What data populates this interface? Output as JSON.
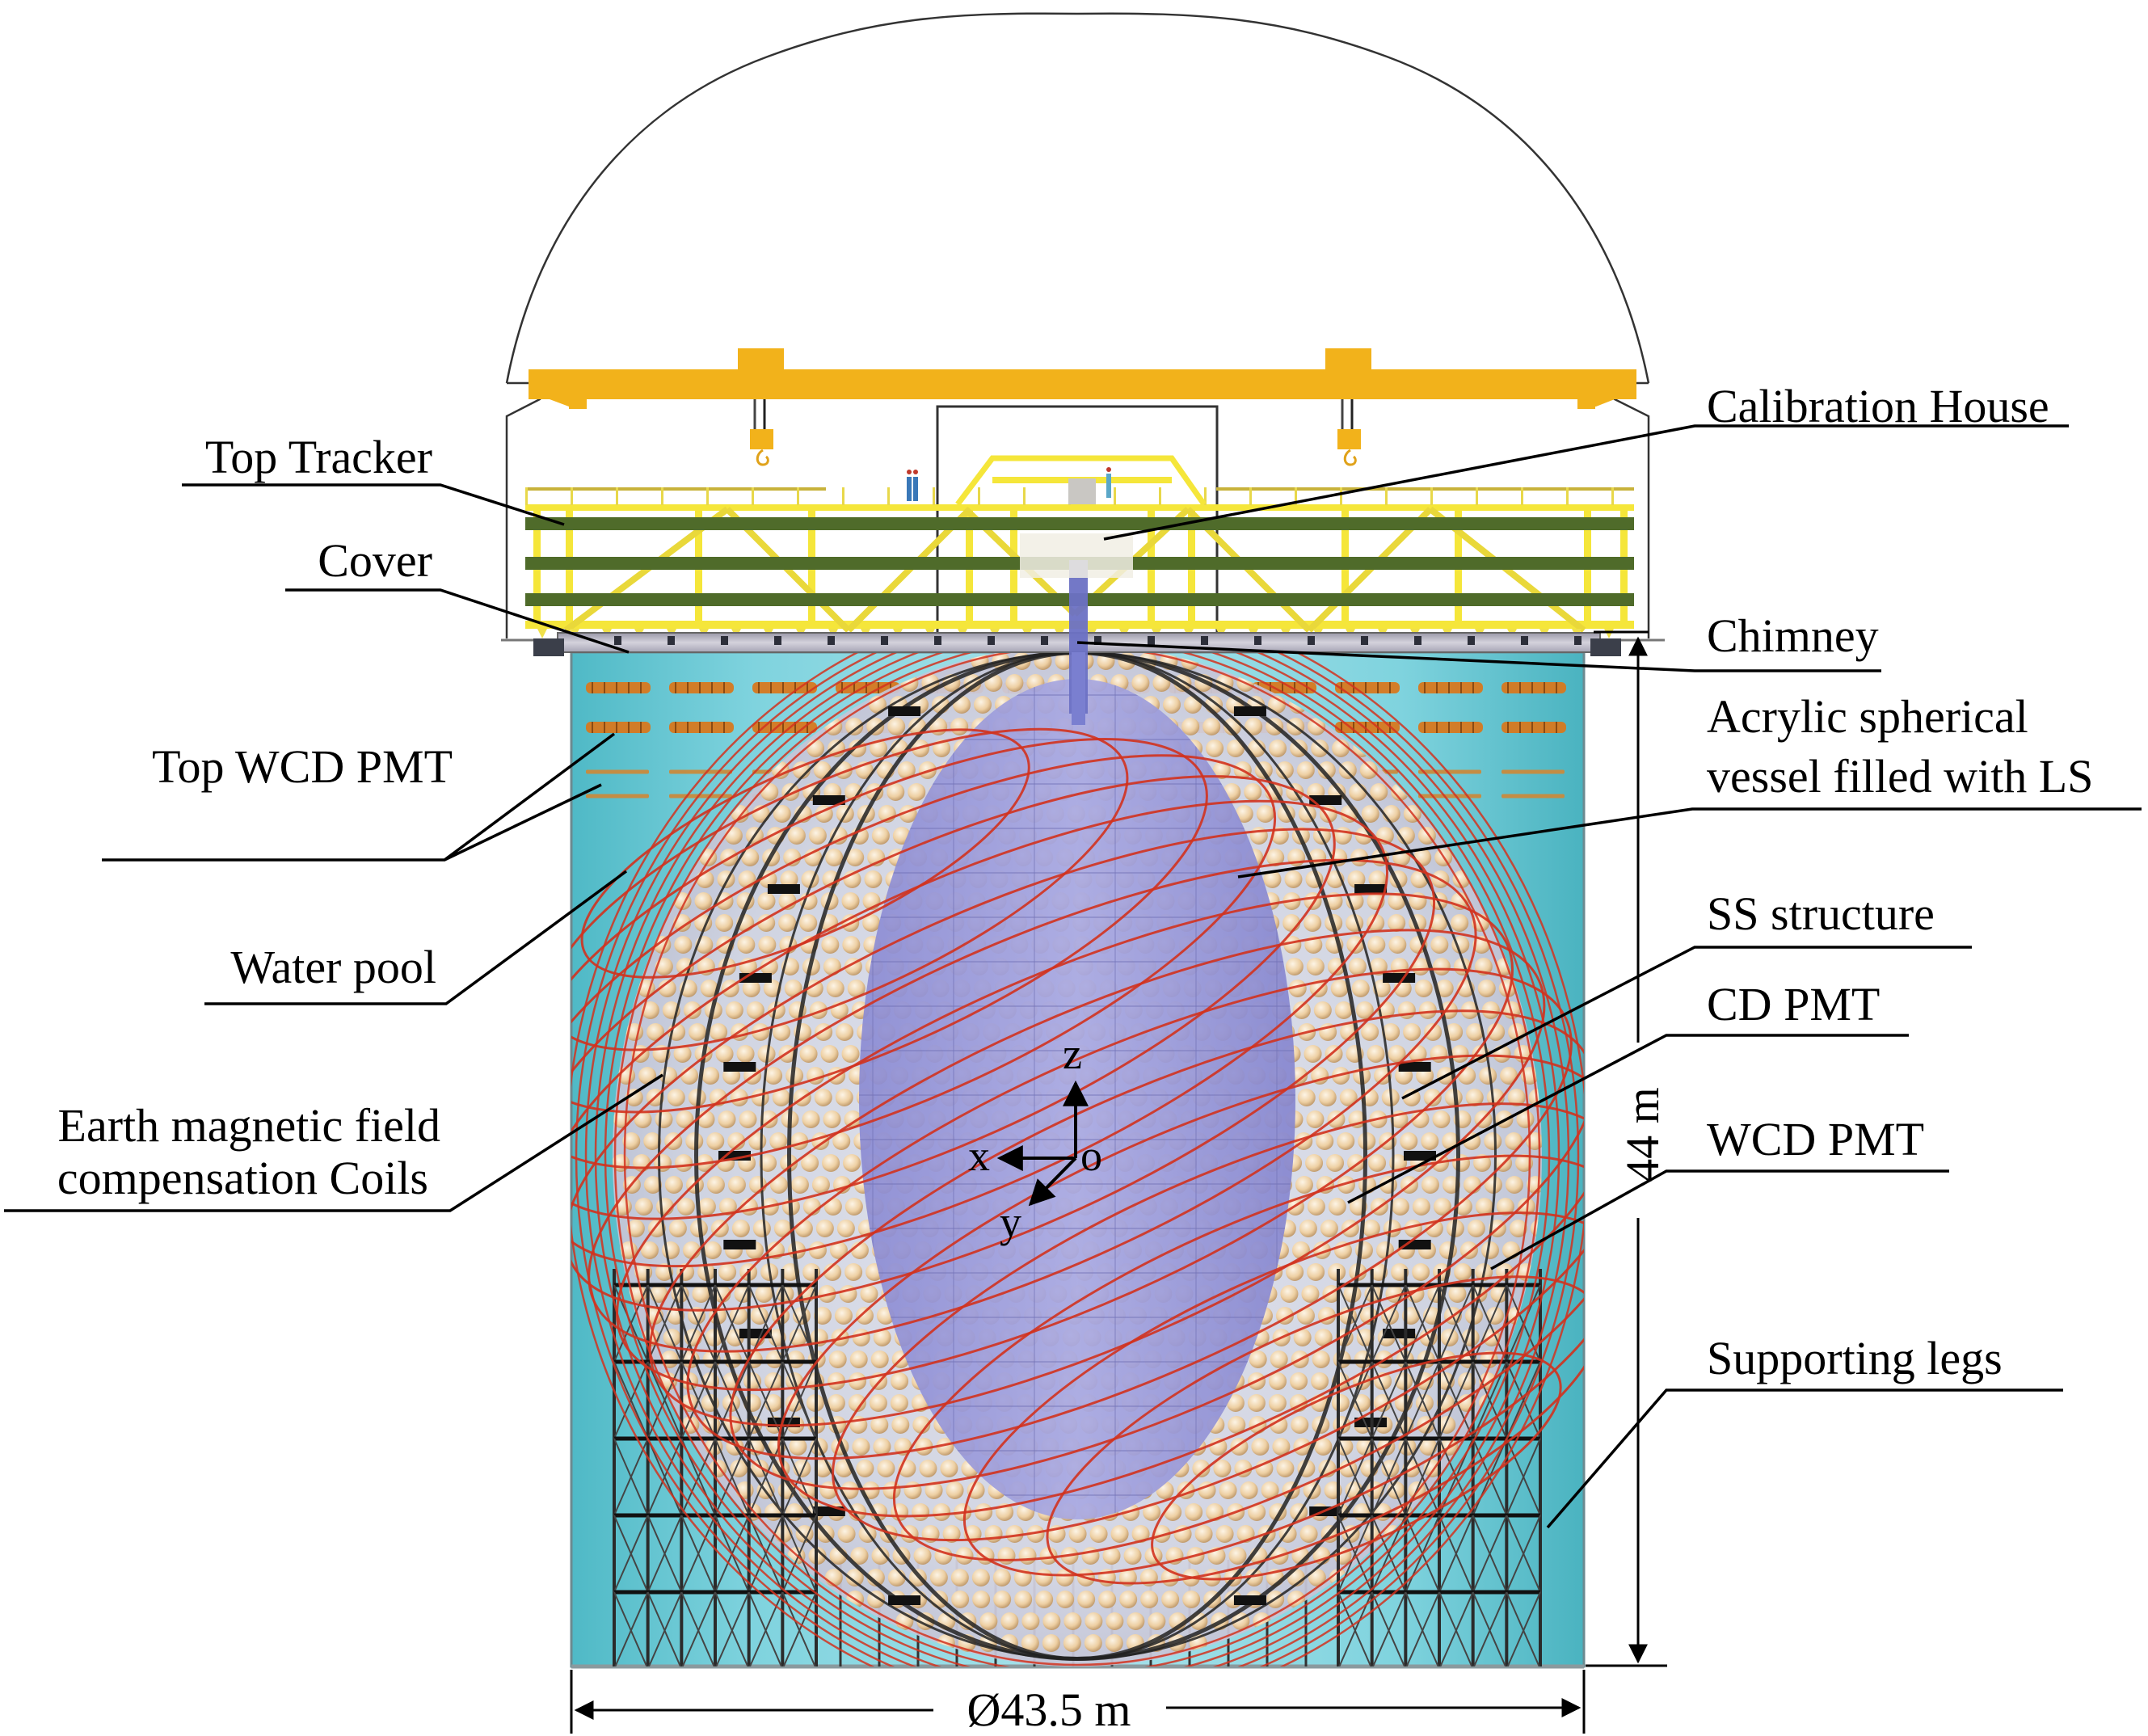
{
  "figure": {
    "title": "JUNO detector schematic",
    "colors": {
      "water_pool": "#5fc6d2",
      "water_pool_light": "#a8e0e8",
      "crane": "#f2b21b",
      "top_tracker_frame": "#f5e63a",
      "top_tracker_band": "#4f6b2a",
      "cover": "#b9b7c4",
      "chimney": "#6c71c4",
      "acrylic_vessel": "#8f8fd6",
      "cd_pmt": "#f0d2a4",
      "coil": "#d2321e",
      "ss_structure": "#222222",
      "legs": "#2b2b2b"
    }
  },
  "labels": {
    "left": [
      {
        "id": "top-tracker",
        "lines": [
          "Top Tracker"
        ]
      },
      {
        "id": "cover",
        "lines": [
          "Cover"
        ]
      },
      {
        "id": "top-wcd-pmt",
        "lines": [
          "Top WCD PMT"
        ]
      },
      {
        "id": "water-pool",
        "lines": [
          "Water pool"
        ]
      },
      {
        "id": "coils",
        "lines": [
          "Earth magnetic field",
          "compensation Coils"
        ]
      }
    ],
    "right": [
      {
        "id": "calibration-house",
        "lines": [
          "Calibration House"
        ]
      },
      {
        "id": "chimney",
        "lines": [
          "Chimney"
        ]
      },
      {
        "id": "acrylic-vessel",
        "lines": [
          "Acrylic spherical",
          "vessel filled with LS"
        ]
      },
      {
        "id": "ss-structure",
        "lines": [
          "SS structure"
        ]
      },
      {
        "id": "cd-pmt",
        "lines": [
          "CD PMT"
        ]
      },
      {
        "id": "wcd-pmt",
        "lines": [
          "WCD PMT"
        ]
      },
      {
        "id": "supporting-legs",
        "lines": [
          "Supporting legs"
        ]
      }
    ]
  },
  "axes": {
    "z": "z",
    "x": "x",
    "y": "y",
    "origin": "o"
  },
  "dimensions": {
    "height": "44 m",
    "diameter": "Ø43.5 m"
  }
}
